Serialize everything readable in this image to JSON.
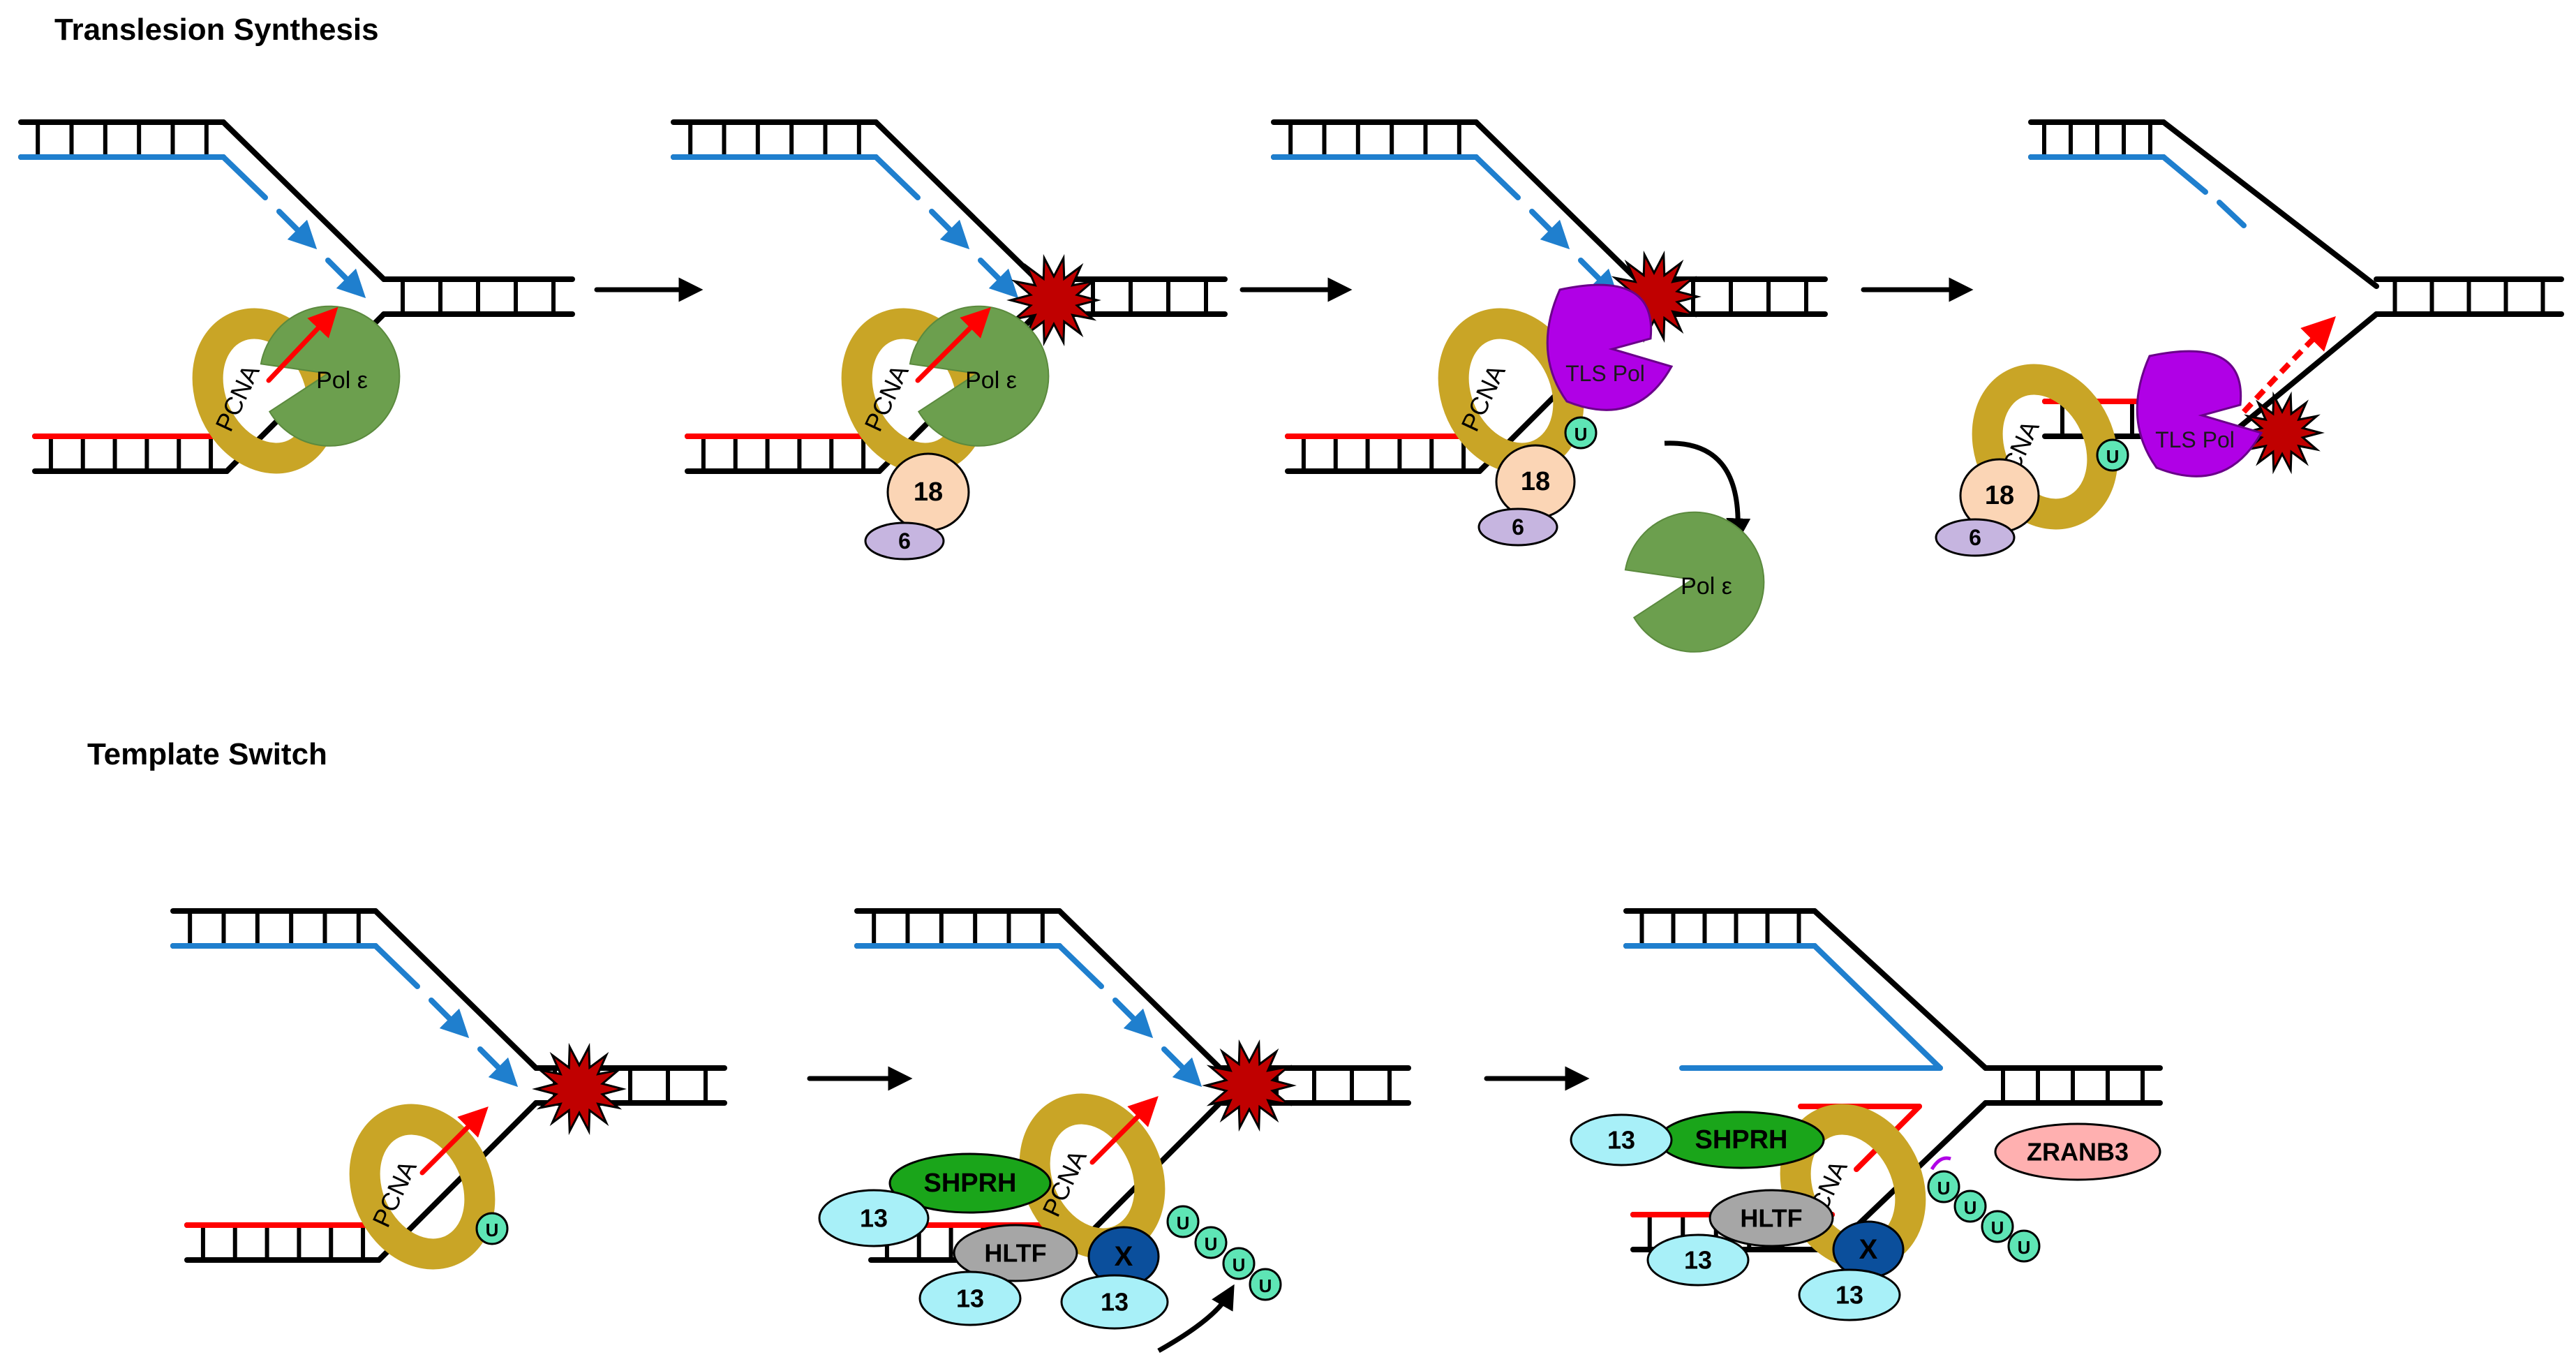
{
  "sections": {
    "tls_title": "Translesion Synthesis",
    "ts_title": "Template Switch"
  },
  "labels": {
    "pcna": "PCNA",
    "pol_epsilon": "Pol ε",
    "tls_pol": "TLS Pol",
    "rad18": "18",
    "rad6": "6",
    "ubiquitin": "U",
    "shprh": "SHPRH",
    "hltf": "HLTF",
    "ubc13": "13",
    "x": "X",
    "zranb3": "ZRANB3"
  },
  "colors": {
    "template_strand": "#000000",
    "lagging_strand": "#1f7fce",
    "leading_strand": "#ff0000",
    "pcna": "#c9a526",
    "pol_epsilon": "#6c9f4e",
    "tls_pol": "#b000e6",
    "lesion": "#c00000",
    "ubiquitin": "#5ee5b5",
    "rad18": "#fbd5b5",
    "rad6": "#c6b5e0",
    "shprh": "#1aa51a",
    "hltf": "#a6a6a6",
    "ubc13": "#a8f0f8",
    "x_protein": "#0b4f9c",
    "zranb3": "#ffb0b0"
  }
}
